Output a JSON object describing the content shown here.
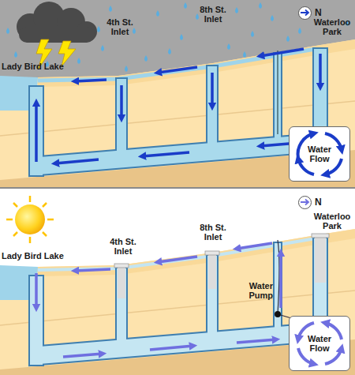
{
  "diagram": {
    "nodes": [
      {
        "text": [
          "N"
        ]
      },
      {
        "text": [
          "Water Flow"
        ]
      },
      {
        "text": [
          "N"
        ]
      },
      {
        "text": [
          "Water Flow"
        ]
      }
    ],
    "labels": [
      "4th St. Inlet",
      "8th St. Inlet",
      "Waterloo Park",
      "Lady Bird Lake",
      "4th St. Inlet",
      "8th St. Inlet",
      "Waterloo Park",
      "Lady Bird Lake",
      "Water Pump"
    ]
  }
}
